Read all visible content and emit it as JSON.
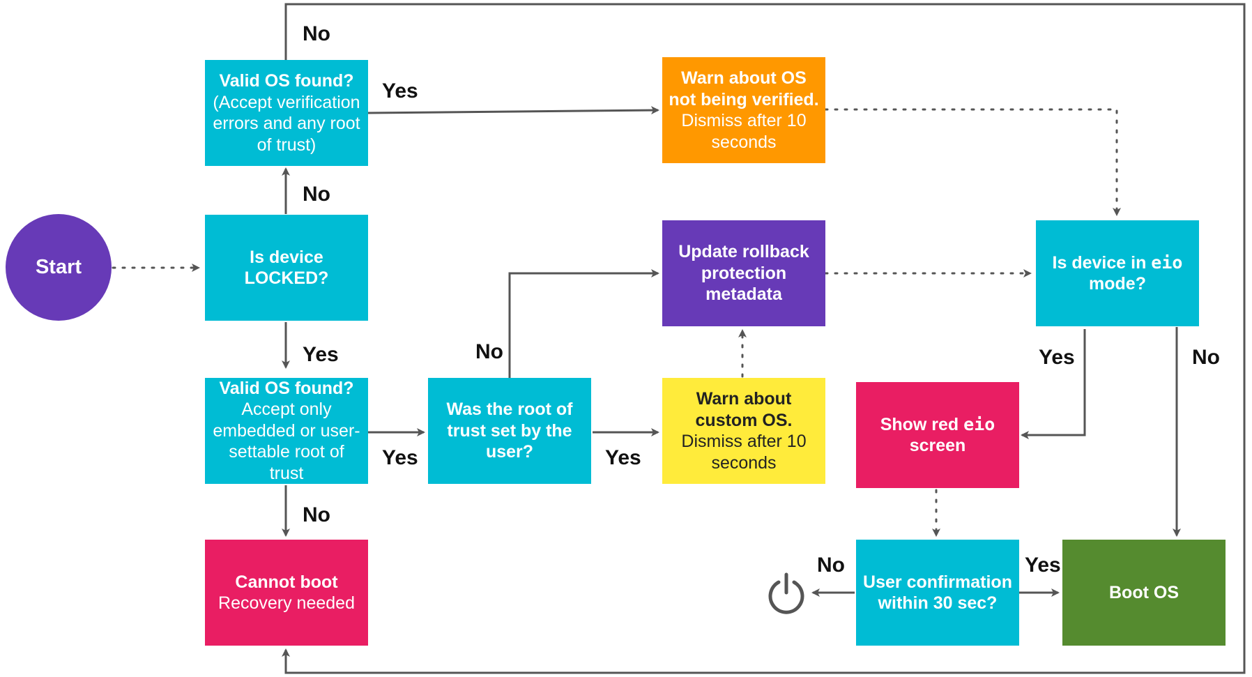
{
  "colors": {
    "cyan": "#00BCD4",
    "orange": "#FF9800",
    "purple": "#673AB7",
    "yellow": "#FFEB3B",
    "pink": "#E91E63",
    "green": "#558B2F",
    "wire": "#555555"
  },
  "nodes": {
    "start": "Start",
    "locked": "Is device LOCKED?",
    "valid_unlocked_title": "Valid OS found?",
    "valid_unlocked_sub": "(Accept verification errors and any root of trust)",
    "valid_locked_title": "Valid OS found?",
    "valid_locked_sub": "Accept only embedded or user-settable root of trust",
    "cannot_boot_title": "Cannot boot",
    "cannot_boot_sub": "Recovery needed",
    "warn_unverified_title": "Warn about OS not being verified.",
    "warn_unverified_sub": "Dismiss after 10 seconds",
    "root_of_trust": "Was the root of trust set by the user?",
    "rollback": "Update rollback protection metadata",
    "warn_custom_title": "Warn about custom OS.",
    "warn_custom_sub": "Dismiss after 10 seconds",
    "eio_q_prefix": "Is device in ",
    "eio_q_code": "eio",
    "eio_q_suffix": " mode?",
    "red_eio_prefix": "Show red ",
    "red_eio_code": "eio",
    "red_eio_suffix": " screen",
    "user_confirm": "User confirmation within 30 sec?",
    "boot_os": "Boot OS",
    "power_icon": "power-icon"
  },
  "labels": {
    "no_top": "No",
    "yes_unlocked": "Yes",
    "no_locked": "No",
    "yes_locked": "Yes",
    "yes_valid": "Yes",
    "no_valid": "No",
    "no_root": "No",
    "yes_root": "Yes",
    "yes_eio": "Yes",
    "no_eio": "No",
    "no_confirm": "No",
    "yes_confirm": "Yes"
  }
}
